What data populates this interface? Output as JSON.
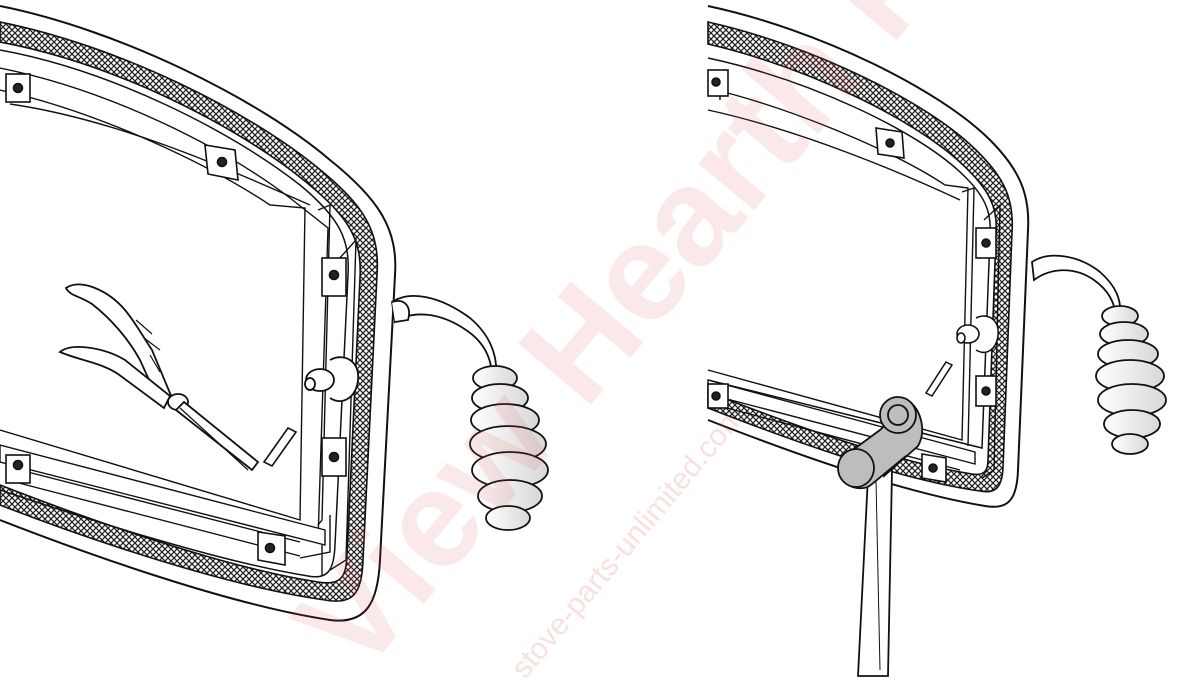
{
  "watermark": {
    "main_text": "View Hearth Products",
    "url_text": "stove-parts-unlimited.com",
    "color": "#d9534f"
  },
  "figures": [
    {
      "step": "left",
      "tool": "needle-nose-pliers",
      "tool_color": "#ffffff"
    },
    {
      "step": "right",
      "tool": "mallet",
      "tool_color": "#bdbdbd"
    }
  ],
  "colors": {
    "line": "#111111",
    "gasket_dark": "#333333",
    "mallet_fill": "#bdbdbd"
  }
}
